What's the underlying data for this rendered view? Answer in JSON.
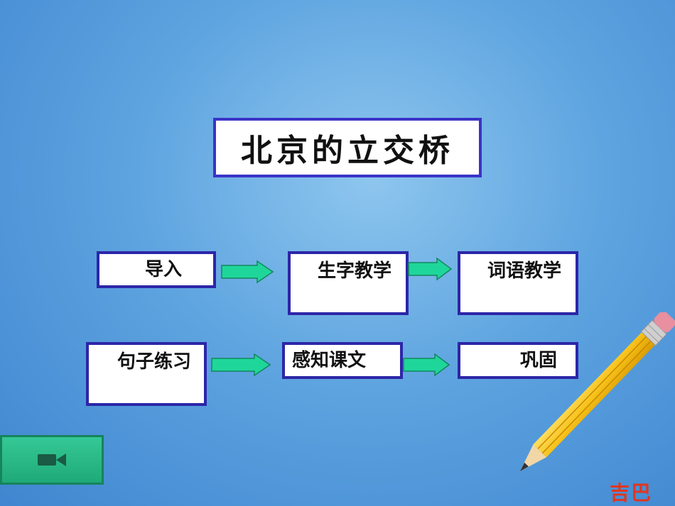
{
  "title": "北京的立交桥",
  "row1": [
    {
      "label": "导入"
    },
    {
      "label": "生字教学"
    },
    {
      "label": "词语教学"
    }
  ],
  "row2": [
    {
      "label": "句子练习"
    },
    {
      "label": "感知课文"
    },
    {
      "label": "巩固"
    }
  ],
  "nav": {
    "icon": "video-camera-icon"
  },
  "watermark": "吉巴",
  "colors": {
    "box_border": "#2c26a8",
    "arrow_fill": "#1fd69a",
    "nav_green": "#22b07e"
  }
}
